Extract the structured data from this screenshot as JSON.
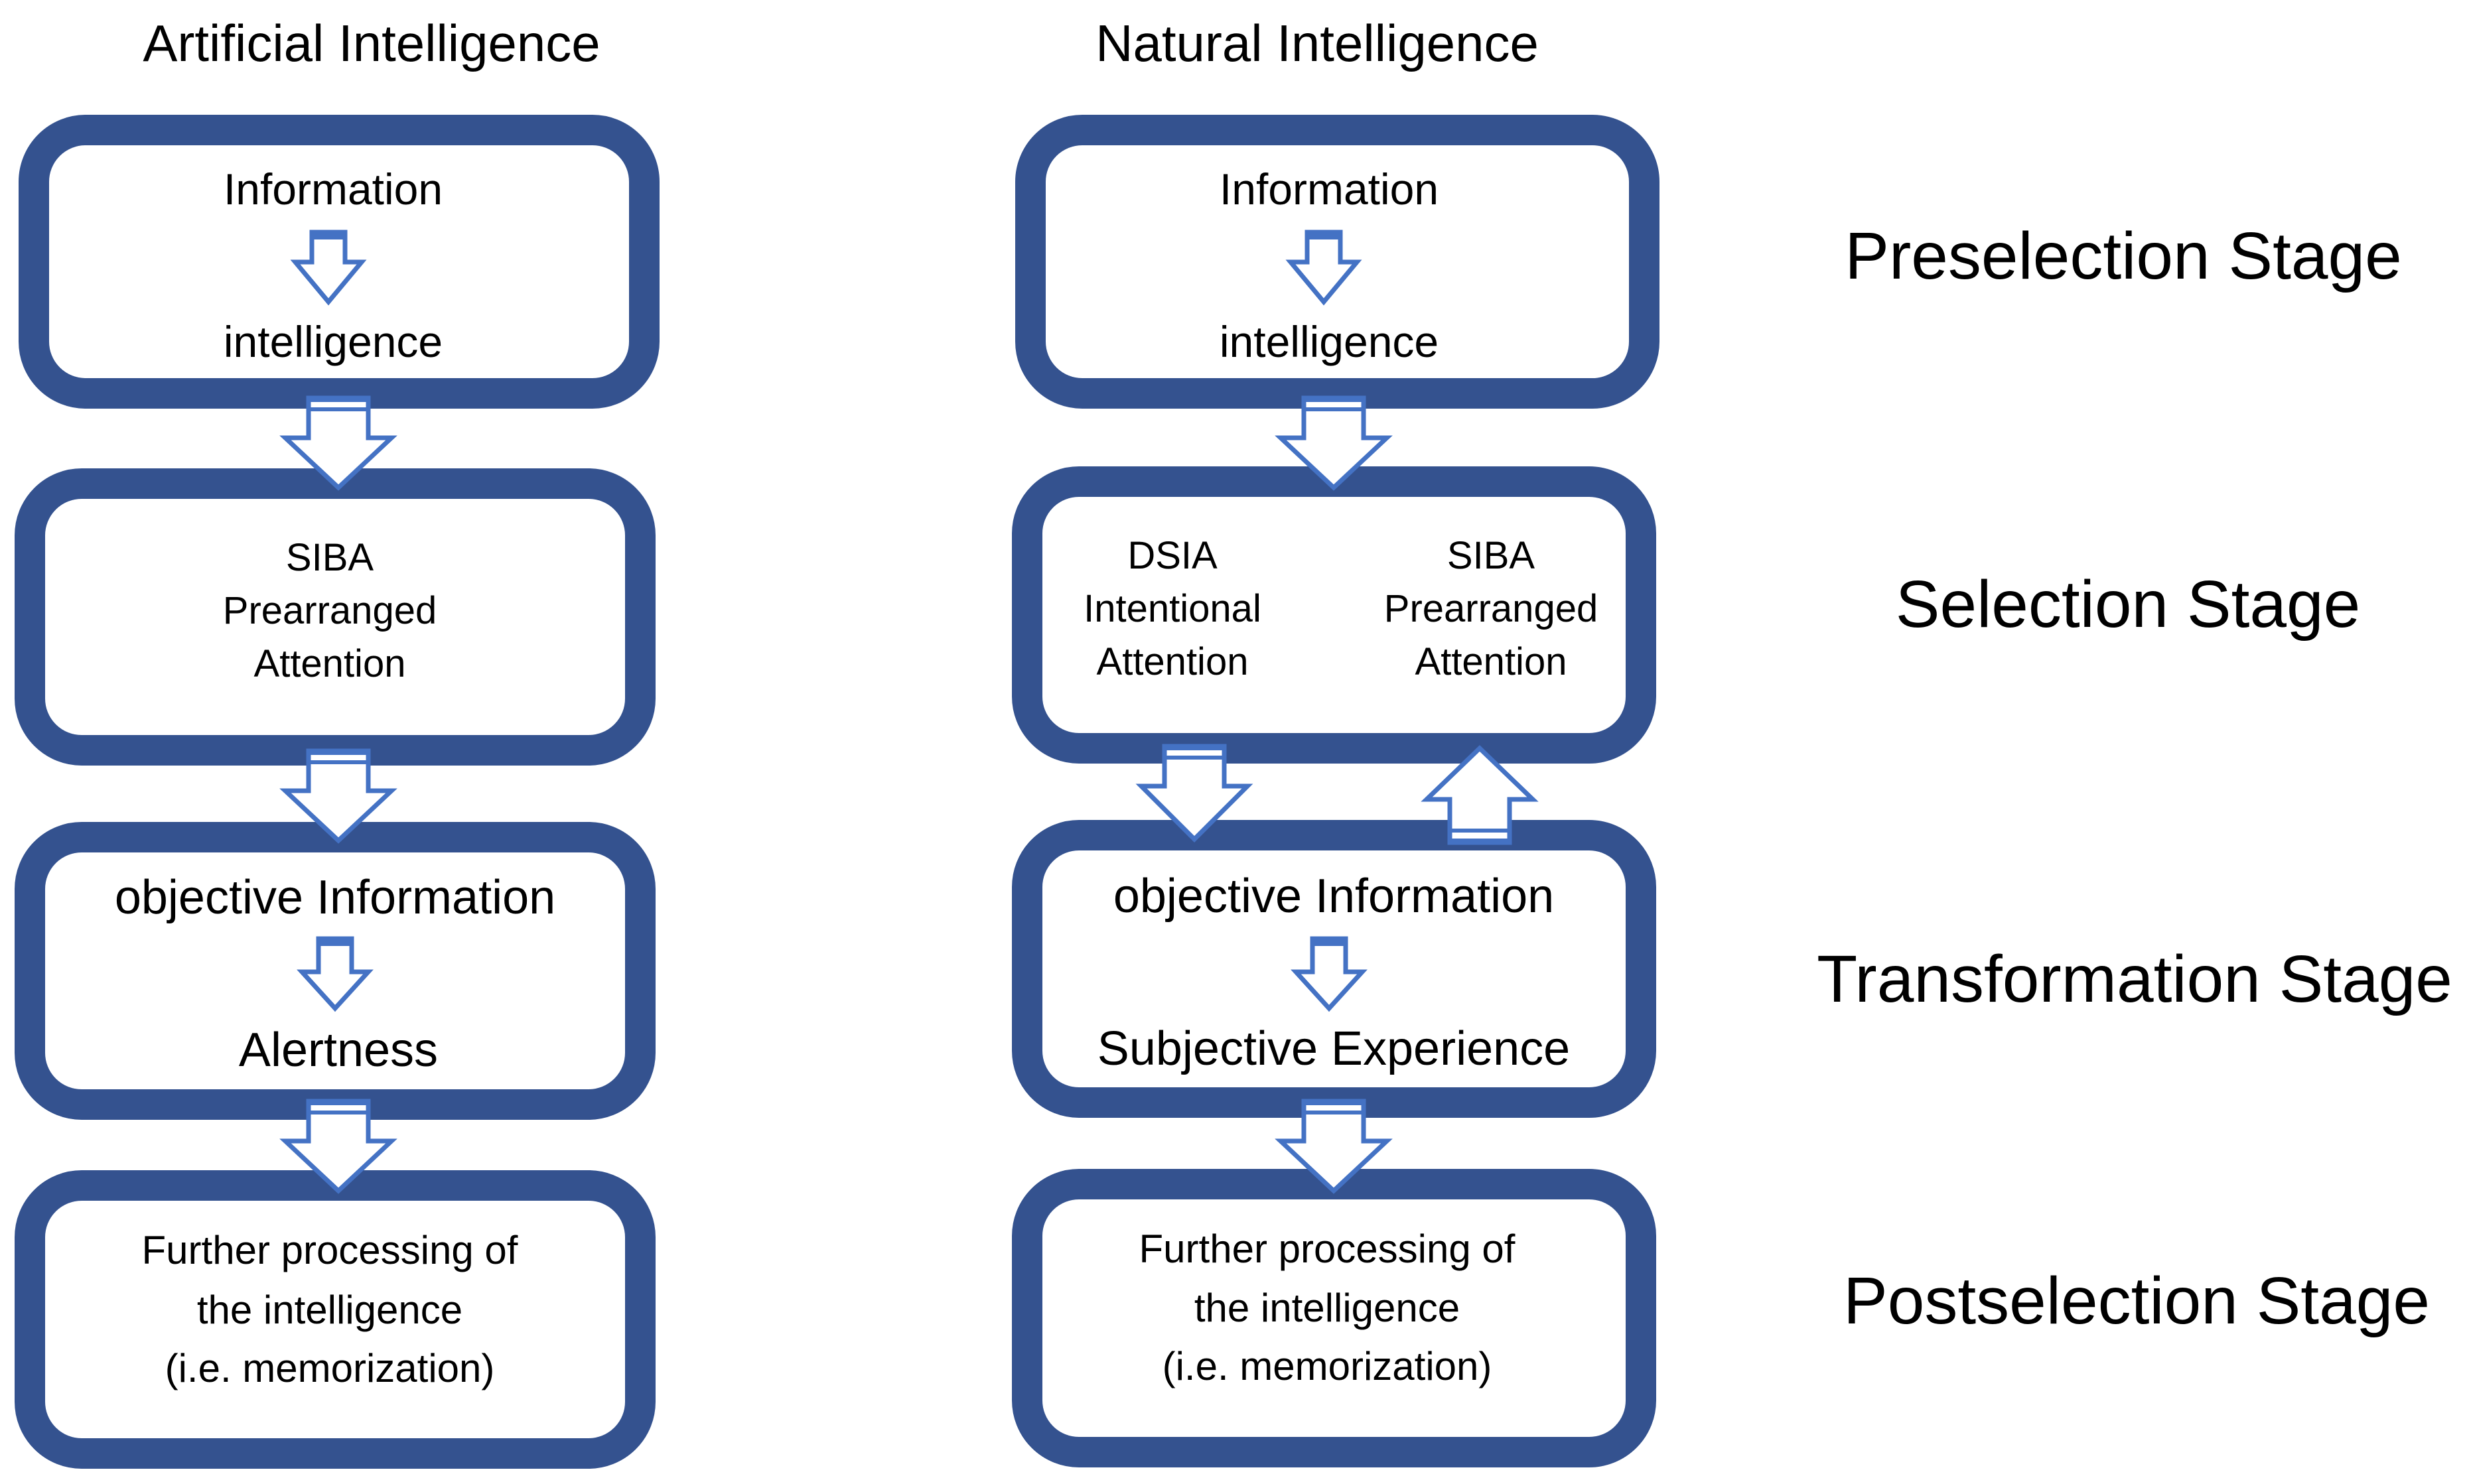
{
  "colors": {
    "box_border": "#34528F",
    "arrow": "#4472C4",
    "background": "#FFFFFF",
    "text": "#000000"
  },
  "columns": {
    "artificial": {
      "title": "Artificial Intelligence",
      "preselection": {
        "top": "Information",
        "bottom": "intelligence"
      },
      "selection": {
        "line1": "SIBA",
        "line2": "Prearranged",
        "line3": "Attention"
      },
      "transformation": {
        "top": "objective Information",
        "bottom": "Alertness"
      },
      "postselection": {
        "line1": "Further processing of",
        "line2": "the intelligence",
        "line3": "(i.e. memorization)"
      }
    },
    "natural": {
      "title": "Natural Intelligence",
      "preselection": {
        "top": "Information",
        "bottom": "intelligence"
      },
      "selection": {
        "left": {
          "line1": "DSIA",
          "line2": "Intentional",
          "line3": "Attention"
        },
        "right": {
          "line1": "SIBA",
          "line2": "Prearranged",
          "line3": "Attention"
        }
      },
      "transformation": {
        "top": "objective Information",
        "bottom": "Subjective Experience"
      },
      "postselection": {
        "line1": "Further processing of",
        "line2": "the intelligence",
        "line3": "(i.e. memorization)"
      }
    }
  },
  "stages": {
    "preselection": "Preselection Stage",
    "selection": "Selection Stage",
    "transformation": "Transformation Stage",
    "postselection": "Postselection Stage"
  }
}
